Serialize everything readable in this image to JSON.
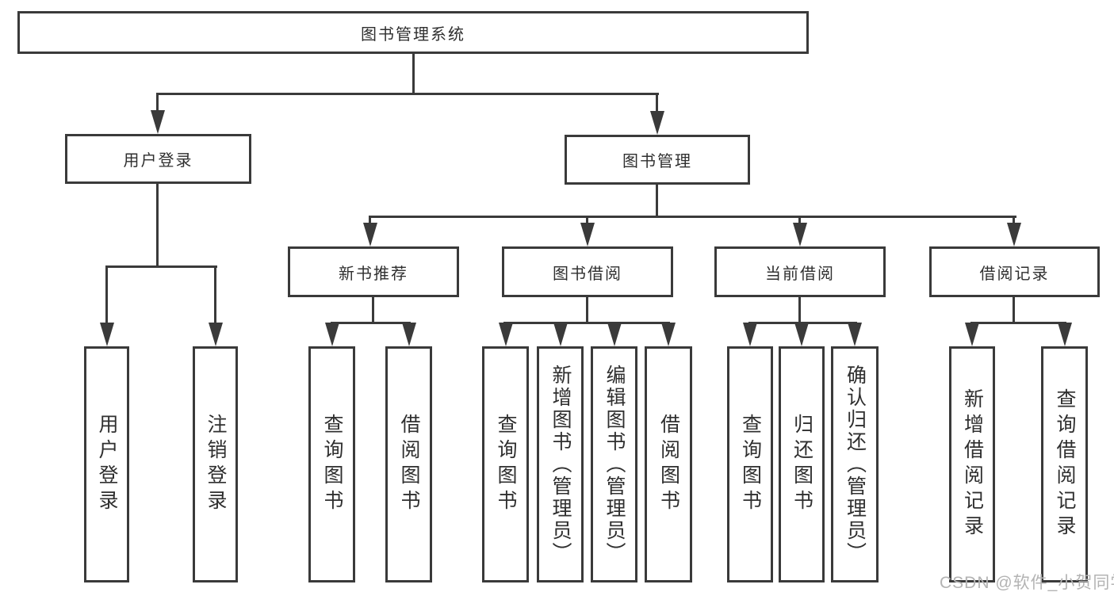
{
  "diagram_title": "图书管理系统",
  "root": {
    "label": "图书管理系统"
  },
  "level2": [
    {
      "label": "用户登录",
      "parent": "图书管理系统"
    },
    {
      "label": "图书管理",
      "parent": "图书管理系统"
    }
  ],
  "level3": [
    {
      "label": "新书推荐",
      "parent": "图书管理"
    },
    {
      "label": "图书借阅",
      "parent": "图书管理"
    },
    {
      "label": "当前借阅",
      "parent": "图书管理"
    },
    {
      "label": "借阅记录",
      "parent": "图书管理"
    }
  ],
  "leaves": [
    {
      "label": "用户登录",
      "parent": "用户登录"
    },
    {
      "label": "注销登录",
      "parent": "用户登录"
    },
    {
      "label": "查询图书",
      "parent": "新书推荐"
    },
    {
      "label": "借阅图书",
      "parent": "新书推荐"
    },
    {
      "label": "查询图书",
      "parent": "图书借阅"
    },
    {
      "label": "新增图书（管理员）",
      "parent": "图书借阅"
    },
    {
      "label": "编辑图书（管理员）",
      "parent": "图书借阅"
    },
    {
      "label": "借阅图书",
      "parent": "图书借阅"
    },
    {
      "label": "查询图书",
      "parent": "当前借阅"
    },
    {
      "label": "归还图书",
      "parent": "当前借阅"
    },
    {
      "label": "确认归还（管理员）",
      "parent": "当前借阅"
    },
    {
      "label": "新增借阅记录",
      "parent": "借阅记录"
    },
    {
      "label": "查询借阅记录",
      "parent": "借阅记录"
    }
  ],
  "watermark": {
    "text": "CSDN @软件_小贺同学"
  },
  "colors": {
    "line": "#3a3a3a",
    "text": "#2f2f2f",
    "background": "#ffffff",
    "watermark": "#b3b3b3"
  }
}
